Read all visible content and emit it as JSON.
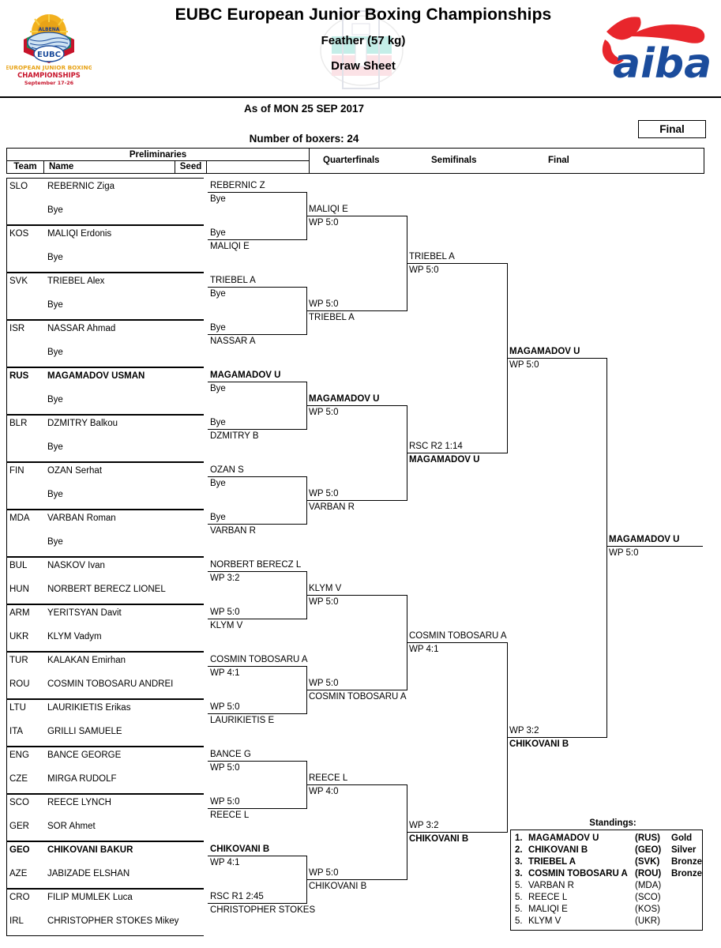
{
  "header": {
    "title": "EUBC European Junior Boxing Championships",
    "weight_class": "Feather (57 kg)",
    "doc_type": "Draw Sheet",
    "as_of": "As of MON 25 SEP 2017",
    "boxers_count": "Number of boxers: 24",
    "stage_badge": "Final",
    "eubc_logo": {
      "event_year": "ALBENA 2017",
      "mark": "EUBC",
      "line1": "EUROPEAN JUNIOR BOXING",
      "line2": "CHAMPIONSHIPS",
      "line3": "September 17-26"
    },
    "aiba_logo": {
      "wordmark": "aiba"
    }
  },
  "columns": {
    "preliminaries": "Preliminaries",
    "team": "Team",
    "name": "Name",
    "seed": "Seed",
    "quarterfinals": "Quarterfinals",
    "semifinals": "Semifinals",
    "final": "Final"
  },
  "preliminaries": [
    {
      "pairs": [
        {
          "team": "SLO",
          "name": "REBERNIC Ziga",
          "seed": "",
          "bold": false
        },
        {
          "team": "",
          "name": "Bye",
          "seed": "",
          "bold": false
        }
      ]
    },
    {
      "pairs": [
        {
          "team": "KOS",
          "name": "MALIQI Erdonis",
          "seed": "",
          "bold": false
        },
        {
          "team": "",
          "name": "Bye",
          "seed": "",
          "bold": false
        }
      ]
    },
    {
      "pairs": [
        {
          "team": "SVK",
          "name": "TRIEBEL Alex",
          "seed": "",
          "bold": false
        },
        {
          "team": "",
          "name": "Bye",
          "seed": "",
          "bold": false
        }
      ]
    },
    {
      "pairs": [
        {
          "team": "ISR",
          "name": "NASSAR Ahmad",
          "seed": "",
          "bold": false
        },
        {
          "team": "",
          "name": "Bye",
          "seed": "",
          "bold": false
        }
      ]
    },
    {
      "pairs": [
        {
          "team": "RUS",
          "name": "MAGAMADOV USMAN",
          "seed": "",
          "bold": true
        },
        {
          "team": "",
          "name": "Bye",
          "seed": "",
          "bold": false
        }
      ]
    },
    {
      "pairs": [
        {
          "team": "BLR",
          "name": "DZMITRY  Balkou",
          "seed": "",
          "bold": false
        },
        {
          "team": "",
          "name": "Bye",
          "seed": "",
          "bold": false
        }
      ]
    },
    {
      "pairs": [
        {
          "team": "FIN",
          "name": "OZAN Serhat",
          "seed": "",
          "bold": false
        },
        {
          "team": "",
          "name": "Bye",
          "seed": "",
          "bold": false
        }
      ]
    },
    {
      "pairs": [
        {
          "team": "MDA",
          "name": "VARBAN Roman",
          "seed": "",
          "bold": false
        },
        {
          "team": "",
          "name": "Bye",
          "seed": "",
          "bold": false
        }
      ]
    },
    {
      "pairs": [
        {
          "team": "BUL",
          "name": "NASKOV Ivan",
          "seed": "",
          "bold": false
        },
        {
          "team": "HUN",
          "name": "NORBERT BERECZ LIONEL",
          "seed": "",
          "bold": false
        }
      ]
    },
    {
      "pairs": [
        {
          "team": "ARM",
          "name": "YERITSYAN Davit",
          "seed": "",
          "bold": false
        },
        {
          "team": "UKR",
          "name": "KLYM Vadym",
          "seed": "",
          "bold": false
        }
      ]
    },
    {
      "pairs": [
        {
          "team": "TUR",
          "name": "KALAKAN Emirhan",
          "seed": "",
          "bold": false
        },
        {
          "team": "ROU",
          "name": "COSMIN TOBOSARU ANDREI",
          "seed": "",
          "bold": false
        }
      ]
    },
    {
      "pairs": [
        {
          "team": "LTU",
          "name": "LAURIKIETIS Erikas",
          "seed": "",
          "bold": false
        },
        {
          "team": "ITA",
          "name": "GRILLI SAMUELE",
          "seed": "",
          "bold": false
        }
      ]
    },
    {
      "pairs": [
        {
          "team": "ENG",
          "name": "BANCE GEORGE",
          "seed": "",
          "bold": false
        },
        {
          "team": "CZE",
          "name": "MIRGA RUDOLF",
          "seed": "",
          "bold": false
        }
      ]
    },
    {
      "pairs": [
        {
          "team": "SCO",
          "name": "REECE LYNCH",
          "seed": "",
          "bold": false
        },
        {
          "team": "GER",
          "name": "SOR Ahmet",
          "seed": "",
          "bold": false
        }
      ]
    },
    {
      "pairs": [
        {
          "team": "GEO",
          "name": "CHIKOVANI BAKUR",
          "seed": "",
          "bold": true
        },
        {
          "team": "AZE",
          "name": "JABIZADE ELSHAN",
          "seed": "",
          "bold": false
        }
      ]
    },
    {
      "pairs": [
        {
          "team": "CRO",
          "name": "FILIP MUMLEK Luca",
          "seed": "",
          "bold": false
        },
        {
          "team": "IRL",
          "name": "CHRISTOPHER STOKES Mikey",
          "seed": "",
          "bold": false
        }
      ]
    }
  ],
  "round1": [
    {
      "winner": "REBERNIC Z",
      "result": "Bye",
      "loser_result": "Bye",
      "loser": "MALIQI E",
      "bold": false
    },
    {
      "winner": "TRIEBEL A",
      "result": "Bye",
      "loser_result": "Bye",
      "loser": "NASSAR A",
      "bold": false
    },
    {
      "winner": "MAGAMADOV U",
      "result": "Bye",
      "loser_result": "Bye",
      "loser": "DZMITRY  B",
      "bold": true
    },
    {
      "winner": "OZAN S",
      "result": "Bye",
      "loser_result": "Bye",
      "loser": "VARBAN R",
      "bold": false
    },
    {
      "winner": "NORBERT BERECZ L",
      "result": "WP 3:2",
      "loser_result": "WP 5:0",
      "loser": "KLYM V",
      "bold": false
    },
    {
      "winner": "COSMIN TOBOSARU A",
      "result": "WP 4:1",
      "loser_result": "WP 5:0",
      "loser": "LAURIKIETIS E",
      "bold": false
    },
    {
      "winner": "BANCE G",
      "result": "WP 5:0",
      "loser_result": "WP 5:0",
      "loser": "REECE L",
      "bold": false
    },
    {
      "winner": "CHIKOVANI B",
      "result": "WP 4:1",
      "loser_result": "RSC R1 2:45",
      "loser": "CHRISTOPHER STOKES",
      "bold": true
    }
  ],
  "quarterfinals": [
    {
      "top_name": "MALIQI E",
      "top_result": "WP 5:0",
      "bot_result": "WP 5:0",
      "bot_name": "TRIEBEL A",
      "bold": false
    },
    {
      "top_name": "MAGAMADOV U",
      "top_result": "WP 5:0",
      "bot_result": "WP 5:0",
      "bot_name": "VARBAN R",
      "bold": true
    },
    {
      "top_name": "KLYM V",
      "top_result": "WP 5:0",
      "bot_result": "WP 5:0",
      "bot_name": "COSMIN TOBOSARU A",
      "bold": false
    },
    {
      "top_name": "REECE L",
      "top_result": "WP 4:0",
      "bot_result": "WP 5:0",
      "bot_name": "CHIKOVANI B",
      "bold": false
    }
  ],
  "semifinals": [
    {
      "top_name": "TRIEBEL A",
      "top_result": "WP 5:0",
      "bot_result": "RSC R2 1:14",
      "bot_name": "MAGAMADOV U",
      "bold_bot": true
    },
    {
      "top_name": "COSMIN TOBOSARU A",
      "top_result": "WP 4:1",
      "bot_result": "WP 3:2",
      "bot_name": "CHIKOVANI B",
      "bold_bot": true
    }
  ],
  "final": {
    "winner": "MAGAMADOV U",
    "result": "WP 5:0"
  },
  "standings": {
    "title": "Standings:",
    "rows": [
      {
        "rank": "1.",
        "name": "MAGAMADOV U",
        "team": "(RUS)",
        "medal": "Gold",
        "bold": true
      },
      {
        "rank": "2.",
        "name": "CHIKOVANI B",
        "team": "(GEO)",
        "medal": "Silver",
        "bold": true
      },
      {
        "rank": "3.",
        "name": "TRIEBEL A",
        "team": "(SVK)",
        "medal": "Bronze",
        "bold": true
      },
      {
        "rank": "3.",
        "name": "COSMIN TOBOSARU A",
        "team": "(ROU)",
        "medal": "Bronze",
        "bold": true
      },
      {
        "rank": "5.",
        "name": "VARBAN R",
        "team": "(MDA)",
        "medal": "",
        "bold": false
      },
      {
        "rank": "5.",
        "name": "REECE L",
        "team": "(SCO)",
        "medal": "",
        "bold": false
      },
      {
        "rank": "5.",
        "name": "MALIQI E",
        "team": "(KOS)",
        "medal": "",
        "bold": false
      },
      {
        "rank": "5.",
        "name": "KLYM V",
        "team": "(UKR)",
        "medal": "",
        "bold": false
      }
    ]
  },
  "colors": {
    "aiba_red": "#E8262C",
    "aiba_blue": "#1B4C9C",
    "logo_gold": "#E8A317",
    "logo_green": "#1C9A4B",
    "rule": "#000000"
  }
}
